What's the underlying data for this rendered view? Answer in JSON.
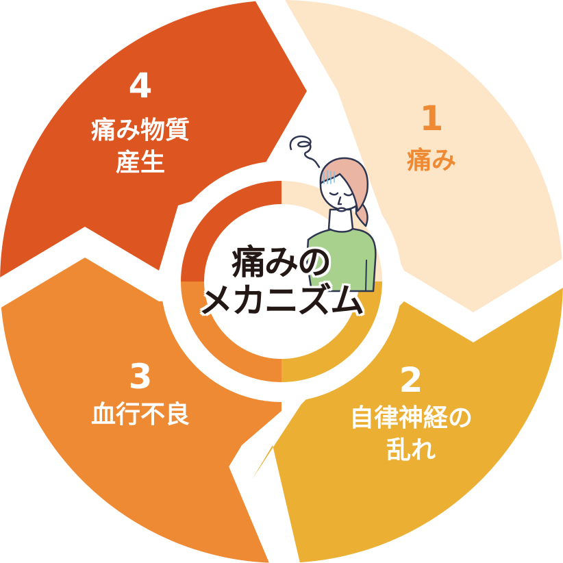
{
  "title": {
    "line1": "痛みの",
    "line2": "メカニズム"
  },
  "steps": [
    {
      "number": "1",
      "label_line1": "痛み",
      "label_line2": "",
      "color": "#FDE5C7",
      "text_color": "#EE8A34"
    },
    {
      "number": "2",
      "label_line1": "自律神経の",
      "label_line2": "乱れ",
      "color": "#EBAF33",
      "text_color": "#FFFFFF"
    },
    {
      "number": "3",
      "label_line1": "血行不良",
      "label_line2": "",
      "color": "#EE8A34",
      "text_color": "#FFFFFF"
    },
    {
      "number": "4",
      "label_line1": "痛み物質",
      "label_line2": "産生",
      "color": "#DD5520",
      "text_color": "#FFFFFF"
    }
  ],
  "illustration": {
    "name": "woman-with-headache",
    "shirt_color": "#A8D18D",
    "hair_color": "#EBB5A4",
    "line_color": "#2E3550"
  }
}
